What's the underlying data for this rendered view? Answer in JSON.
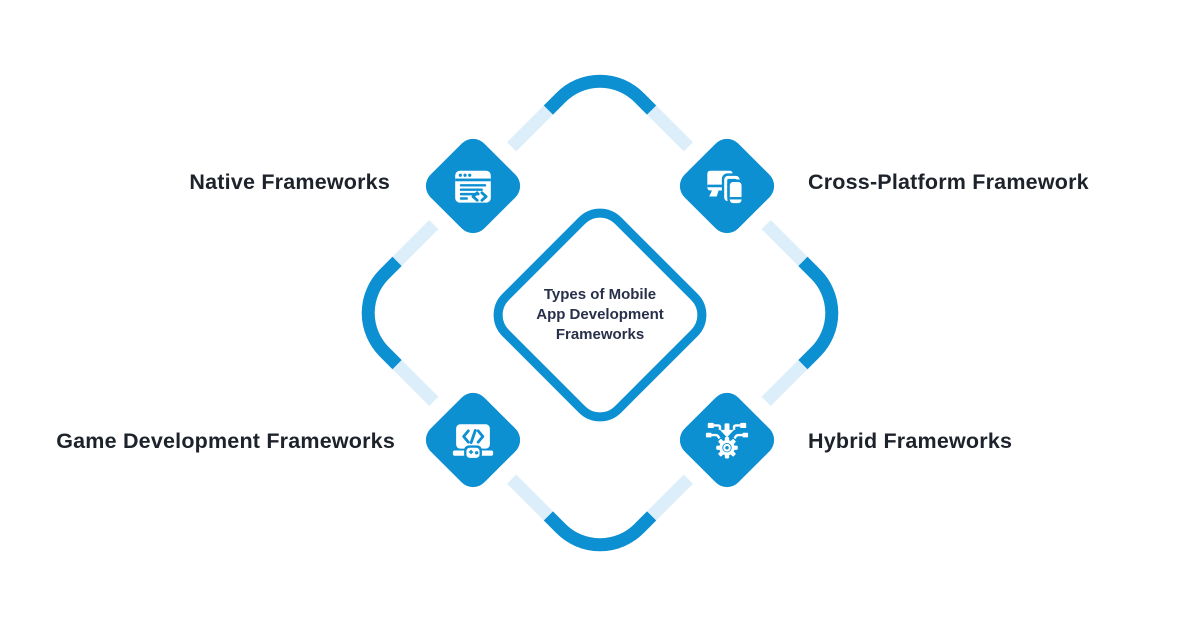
{
  "colors": {
    "accent": "#0d90d2",
    "ring_light": "#dceef9",
    "title_text": "#28304a",
    "label_text": "#1d222b",
    "background": "#ffffff",
    "icon_glyph": "#ffffff"
  },
  "center": {
    "title": "Types of Mobile App Development Frameworks"
  },
  "nodes": [
    {
      "id": "native",
      "label": "Native Frameworks",
      "icon": "browser-code-icon",
      "position": "top-left"
    },
    {
      "id": "cross-platform",
      "label": "Cross-Platform Framework",
      "icon": "multi-device-icon",
      "position": "top-right"
    },
    {
      "id": "game",
      "label": "Game Development Frameworks",
      "icon": "laptop-gamepad-icon",
      "position": "bottom-left"
    },
    {
      "id": "hybrid",
      "label": "Hybrid Frameworks",
      "icon": "gear-merge-icon",
      "position": "bottom-right"
    }
  ]
}
